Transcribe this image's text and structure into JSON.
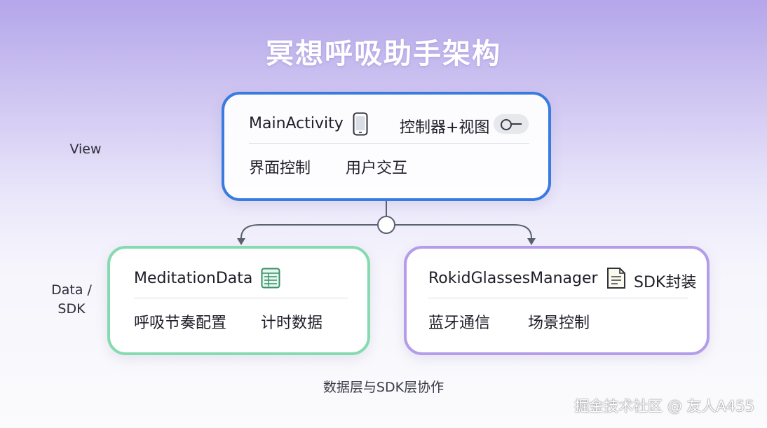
{
  "title": "冥想呼吸助手架构",
  "layers": {
    "view": "View",
    "data_sdk_line1": "Data /",
    "data_sdk_line2": "SDK"
  },
  "view_card": {
    "name": "MainActivity",
    "tag": "控制器+视图",
    "features": [
      "界面控制",
      "用户交互"
    ],
    "icon": "phone-icon",
    "toggle_icon": "toggle-icon",
    "color": "#3a7be0"
  },
  "data_card": {
    "name": "MeditationData",
    "features": [
      "呼吸节奏配置",
      "计时数据"
    ],
    "icon": "spreadsheet-icon",
    "color": "#86dab0"
  },
  "sdk_card": {
    "name": "RokidGlassesManager",
    "tag": "SDK封装",
    "features": [
      "蓝牙通信",
      "场景控制"
    ],
    "icon": "document-icon",
    "color": "#b49cea"
  },
  "caption": "数据层与SDK层协作",
  "watermark": "掘金技术社区 @ 友人A455"
}
